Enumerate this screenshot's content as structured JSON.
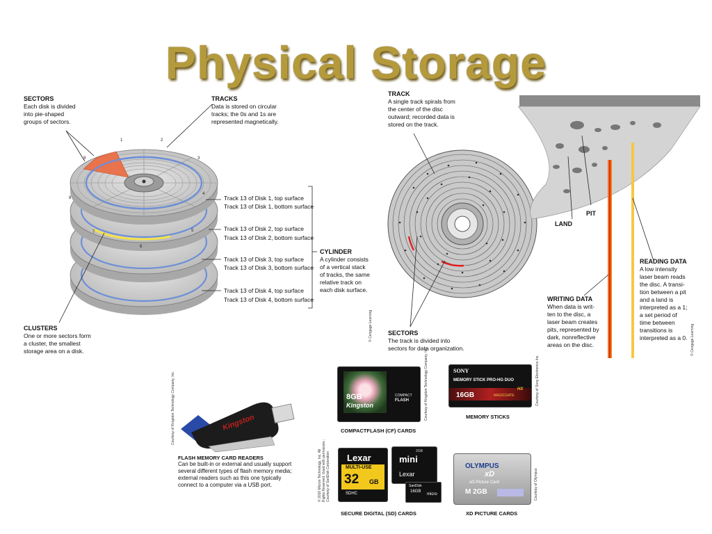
{
  "title": "Physical Storage",
  "disk": {
    "sectors_heading": "SECTORS",
    "sectors_text": [
      "Each disk is divided",
      "into pie-shaped",
      "groups of sectors."
    ],
    "tracks_heading": "TRACKS",
    "tracks_text": [
      "Data is stored on circular",
      "tracks; the 0s and 1s are",
      "represented magnetically."
    ],
    "clusters_heading": "CLUSTERS",
    "clusters_text": [
      "One or more sectors form",
      "a cluster, the smallest",
      "storage area on a disk."
    ],
    "cylinder_heading": "CYLINDER",
    "cylinder_text": [
      "A cylinder consists",
      "of a vertical stack",
      "of tracks, the same",
      "relative track on",
      "each disk surface."
    ],
    "track_labels": [
      "Track 13 of Disk 1, top surface",
      "Track 13 of Disk 1, bottom surface",
      "Track 13 of Disk 2, top surface",
      "Track 13 of Disk 2, bottom surface",
      "Track 13 of Disk 3, top surface",
      "Track 13 of Disk 3, bottom surface",
      "Track 13 of Disk 4, top surface",
      "Track 13 of Disk 4, bottom surface"
    ],
    "sector_numbers": [
      "1",
      "2",
      "3",
      "4",
      "5",
      "6",
      "7",
      "8",
      "9"
    ],
    "credit": "© Cengage Learning"
  },
  "optical": {
    "track_heading": "TRACK",
    "track_text": [
      "A single track spirals from",
      "the center of the disc",
      "outward; recorded data is",
      "stored on the track."
    ],
    "sectors_heading": "SECTORS",
    "sectors_text": [
      "The track is divided into",
      "sectors for data organization."
    ],
    "land": "LAND",
    "pit": "PIT",
    "writing_heading": "WRITING DATA",
    "writing_text": [
      "When data is writ-",
      "ten to the disc, a",
      "laser beam creates",
      "pits, represented by",
      "dark, nonreflective",
      "areas on the disc."
    ],
    "reading_heading": "READING DATA",
    "reading_text": [
      "A low intensity",
      "laser beam reads",
      "the disc. A transi-",
      "tion between a pit",
      "and a land is",
      "interpreted as a 1;",
      "a set period of",
      "time between",
      "transitions is",
      "interpreted as a 0."
    ],
    "credit": "© Cengage Learning"
  },
  "media": {
    "reader_heading": "FLASH MEMORY CARD READERS",
    "reader_text": [
      "Can be built-in or external and usually support",
      "several different types of flash memory media;",
      "external readers such as this one typically",
      "connect to a computer via a USB port."
    ],
    "reader_brand": "Kingston",
    "reader_credit": "Courtesy of Kingston Technology Company, Inc.",
    "cf_caption": "COMPACTFLASH (CF) CARDS",
    "cf_size": "8GB",
    "cf_brand": "Kingston",
    "cf_type": [
      "COMPACT",
      "FLASH"
    ],
    "cf_credit": "Courtesy of Kingston Technology Company, Inc.",
    "ms_caption": "MEMORY STICKS",
    "ms_brand": "SONY",
    "ms_model": "MEMORY STICK PRO-HG DUO",
    "ms_hx": "HX",
    "ms_size": "16GB",
    "ms_magic": "MAGICGATE",
    "ms_credit": "Courtesy of Sony Electronics Inc.",
    "sd_caption": "SECURE DIGITAL (SD) CARDS",
    "sd_brand": "Lexar",
    "sd_multi": "MULTI-USE",
    "sd_size": "32",
    "sd_gb": "GB",
    "sd_sdhc": "SDHC",
    "mini_size": "2GB",
    "mini_label": "mini",
    "mini_brand": "Lexar",
    "micro_brand": "SanDisk",
    "micro_size": "16GB",
    "micro_label": "micro",
    "sd_credit": [
      "© 2010 Micron Technology, Inc. All",
      "Rights Reserved. Used with permission.;",
      "Courtesy of SanDisk Corporation"
    ],
    "xd_caption": "XD PICTURE CARDS",
    "xd_brand": "OLYMPUS",
    "xd_logo": "xD",
    "xd_type": "xD-Picture Card",
    "xd_size": "M 2GB",
    "xd_credit": "Courtesy of Olympus"
  }
}
